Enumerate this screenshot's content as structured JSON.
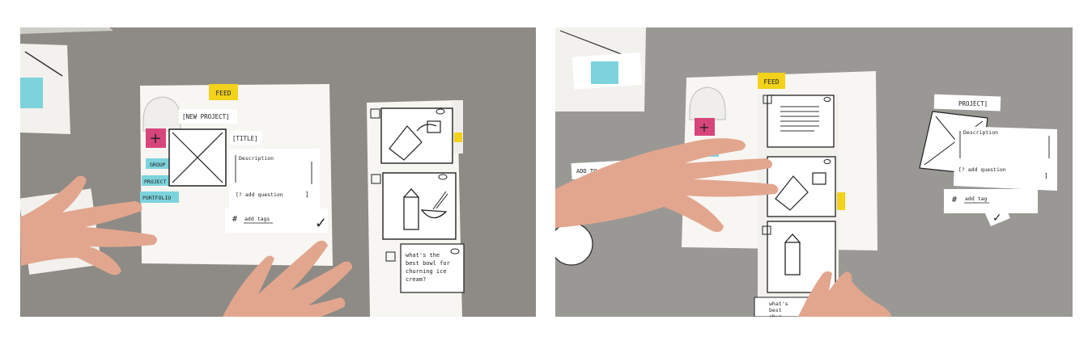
{
  "left_photo": {
    "feed_tab": "FEED",
    "new_project_label": "[NEW PROJECT]",
    "title_label": "[TITLE]",
    "description_label": "Description",
    "add_question_label": "[? add question",
    "add_question_close": "]",
    "hash_label": "#",
    "add_tags_label": "add tags",
    "plus_glyph": "+",
    "check_glyph": "✓",
    "side_tags": [
      "GROUP",
      "PROJECT",
      "PORTFOLIO"
    ],
    "card_caption": [
      "what's the",
      "best bowl for",
      "churning ice",
      "cream?"
    ]
  },
  "right_photo": {
    "feed_tab": "FEED",
    "project_label": "PROJECT]",
    "description_label": "Description",
    "add_question_label": "[? add question",
    "add_question_close": "]",
    "hash_label": "#",
    "add_tag_label": "add tag",
    "add_to_label": "ADD TO ...",
    "plus_glyph": "+",
    "check_glyph": "✓",
    "card_caption": [
      "what's",
      "best",
      "chur"
    ]
  },
  "colors": {
    "table": "#8e8b86",
    "paper": "#f7f6f2",
    "sticky_yellow": "#f2d21a",
    "plus_pink": "#d6467a",
    "tag_cyan": "#7dd3dc",
    "skin": "#e2a68f"
  }
}
